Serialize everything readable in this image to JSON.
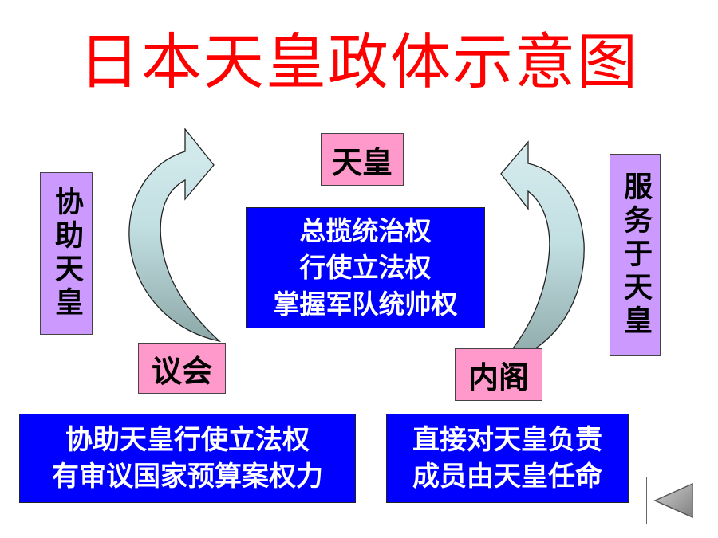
{
  "slide": {
    "title": "日本天皇政体示意图",
    "emperor": {
      "label": "天皇",
      "powers": [
        "总揽统治权",
        "行使立法权",
        "掌握军队统帅权"
      ]
    },
    "diet": {
      "label": "议会",
      "role": "协助天皇",
      "powers": [
        "协助天皇行使立法权",
        "有审议国家预算案权力"
      ]
    },
    "cabinet": {
      "label": "内阁",
      "role": "服务于天皇",
      "powers": [
        "直接对天皇负责",
        "成员由天皇任命"
      ]
    },
    "nav": {
      "icon": "back-triangle-icon"
    },
    "colors": {
      "title": "#ff0000",
      "pink_box": "#ff99cc",
      "purple_box": "#cc99ff",
      "blue_box": "#0000ff",
      "arrow_light": "#cce6e8",
      "arrow_dark": "#8fa9a9"
    }
  }
}
